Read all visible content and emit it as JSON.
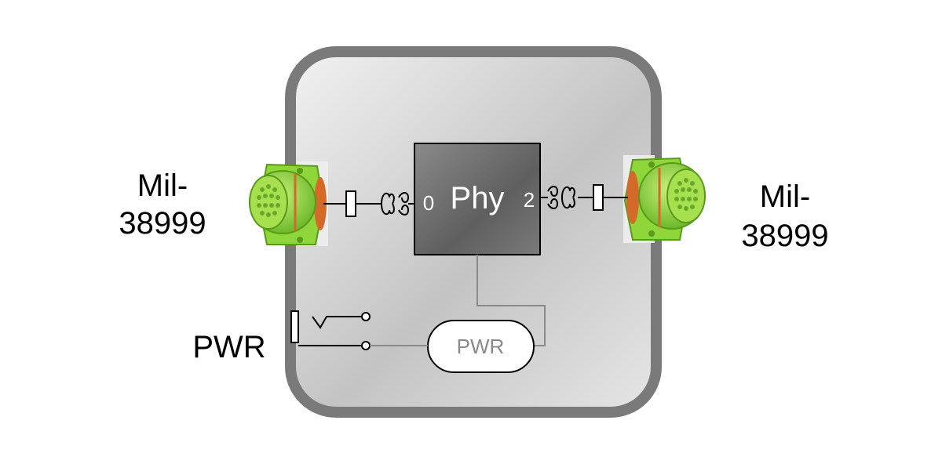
{
  "labels": {
    "left_connector_line1": "Mil-",
    "left_connector_line2": "38999",
    "right_connector_line1": "Mil-",
    "right_connector_line2": "38999",
    "pwr_external": "PWR",
    "phy_block": "Phy",
    "phy_port_left": "0",
    "phy_port_right": "2",
    "pwr_internal": "PWR"
  },
  "colors": {
    "enclosure_border": "#7a7a7a",
    "phy_block": "#6a6a6a",
    "connector_green": "#8fd63a",
    "connector_orange": "#d46a2a"
  }
}
